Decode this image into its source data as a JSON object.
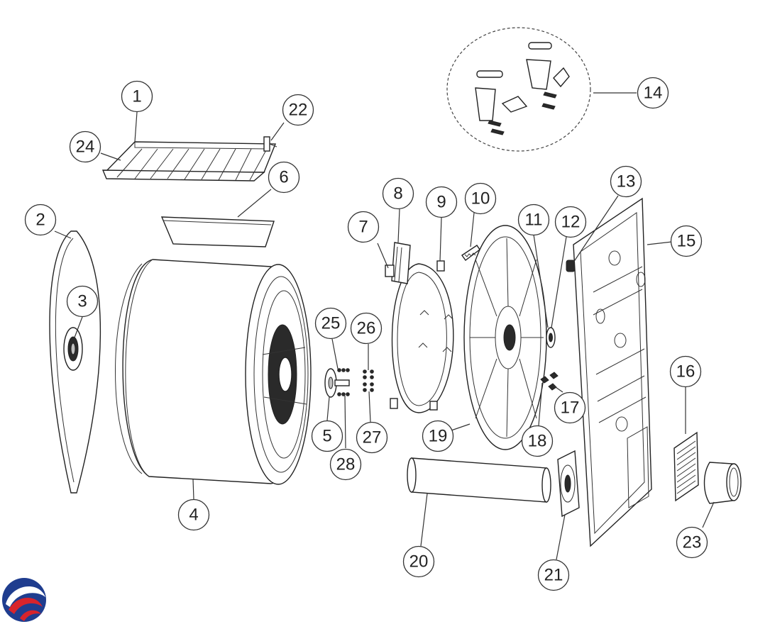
{
  "callouts": [
    {
      "id": "c1",
      "label": "1"
    },
    {
      "id": "c2",
      "label": "2"
    },
    {
      "id": "c3",
      "label": "3"
    },
    {
      "id": "c4",
      "label": "4"
    },
    {
      "id": "c5",
      "label": "5"
    },
    {
      "id": "c6",
      "label": "6"
    },
    {
      "id": "c7",
      "label": "7"
    },
    {
      "id": "c8",
      "label": "8"
    },
    {
      "id": "c9",
      "label": "9"
    },
    {
      "id": "c10",
      "label": "10"
    },
    {
      "id": "c11",
      "label": "11"
    },
    {
      "id": "c12",
      "label": "12"
    },
    {
      "id": "c13",
      "label": "13"
    },
    {
      "id": "c14",
      "label": "14"
    },
    {
      "id": "c15",
      "label": "15"
    },
    {
      "id": "c16",
      "label": "16"
    },
    {
      "id": "c17",
      "label": "17"
    },
    {
      "id": "c18",
      "label": "18"
    },
    {
      "id": "c19",
      "label": "19"
    },
    {
      "id": "c20",
      "label": "20"
    },
    {
      "id": "c21",
      "label": "21"
    },
    {
      "id": "c22",
      "label": "22"
    },
    {
      "id": "c23",
      "label": "23"
    },
    {
      "id": "c24",
      "label": "24"
    },
    {
      "id": "c25",
      "label": "25"
    },
    {
      "id": "c26",
      "label": "26"
    },
    {
      "id": "c27",
      "label": "27"
    },
    {
      "id": "c28",
      "label": "28"
    }
  ],
  "logo": {
    "name": "brand-logo",
    "colors": [
      "#1f3d8f",
      "#d8242c"
    ]
  }
}
